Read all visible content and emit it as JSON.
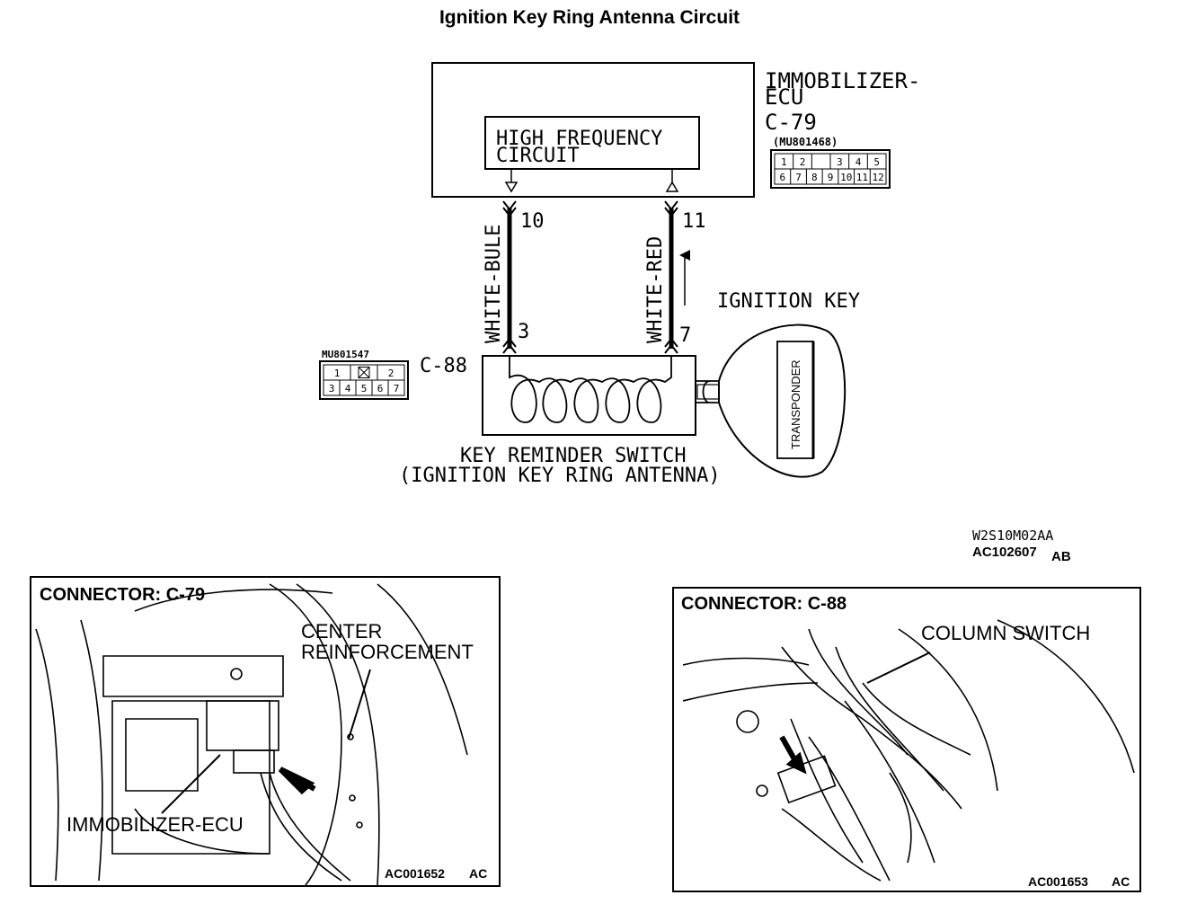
{
  "title": "Ignition Key Ring Antenna Circuit",
  "ecu": {
    "name_line1": "IMMOBILIZER-",
    "name_line2": "ECU",
    "connector": "C-79",
    "part_no": "(MU801468)",
    "inner_box_line1": "HIGH FREQUENCY",
    "inner_box_line2": "CIRCUIT",
    "pins_top": [
      "1",
      "2",
      "",
      "3",
      "4",
      "5"
    ],
    "pins_bottom": [
      "6",
      "7",
      "8",
      "9",
      "10",
      "11",
      "12"
    ]
  },
  "wires": {
    "left_color": "WHITE-BULE",
    "right_color": "WHITE-RED",
    "left_top_pin": "10",
    "right_top_pin": "11",
    "left_bottom_pin": "3",
    "right_bottom_pin": "7"
  },
  "switch": {
    "connector": "C-88",
    "part_no": "MU801547",
    "pins_top": [
      "1",
      "",
      "2"
    ],
    "pins_bottom": [
      "3",
      "4",
      "5",
      "6",
      "7"
    ],
    "label_line1": "KEY REMINDER SWITCH",
    "label_line2": "(IGNITION KEY RING ANTENNA)"
  },
  "key": {
    "label": "IGNITION KEY",
    "transponder": "TRANSPONDER"
  },
  "codes": {
    "code1": "W2S10M02AA",
    "code2": "AC102607",
    "code2_suffix": "AB"
  },
  "panel_left": {
    "heading": "CONNECTOR: C-79",
    "label_center_line1": "CENTER",
    "label_center_line2": "REINFORCEMENT",
    "label_ecu": "IMMOBILIZER-ECU",
    "code": "AC001652",
    "code_suffix": "AC"
  },
  "panel_right": {
    "heading": "CONNECTOR: C-88",
    "label_column": "COLUMN SWITCH",
    "code": "AC001653",
    "code_suffix": "AC"
  }
}
